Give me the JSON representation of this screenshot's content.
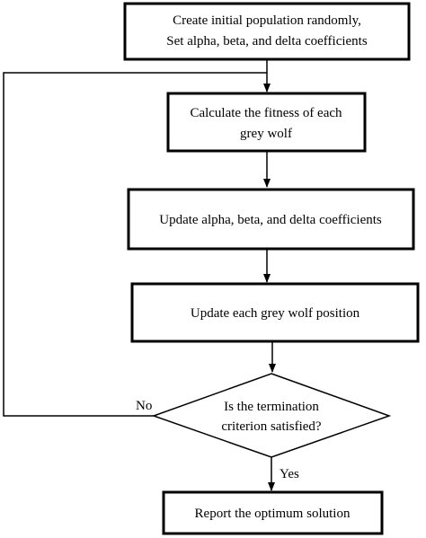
{
  "flowchart": {
    "steps": {
      "init": {
        "line1": "Create initial population randomly,",
        "line2": "Set alpha, beta, and delta coefficients"
      },
      "fitness": {
        "line1": "Calculate the fitness of each",
        "line2": "grey wolf"
      },
      "update_coefficients": {
        "line1": "Update alpha, beta, and delta coefficients"
      },
      "update_position": {
        "line1": "Update each grey wolf position"
      },
      "decision": {
        "line1": "Is the termination",
        "line2": "criterion satisfied?"
      },
      "report": {
        "line1": "Report the optimum solution"
      }
    },
    "edge_labels": {
      "no": "No",
      "yes": "Yes"
    },
    "colors": {
      "stroke": "#000000",
      "background": "#ffffff"
    }
  }
}
